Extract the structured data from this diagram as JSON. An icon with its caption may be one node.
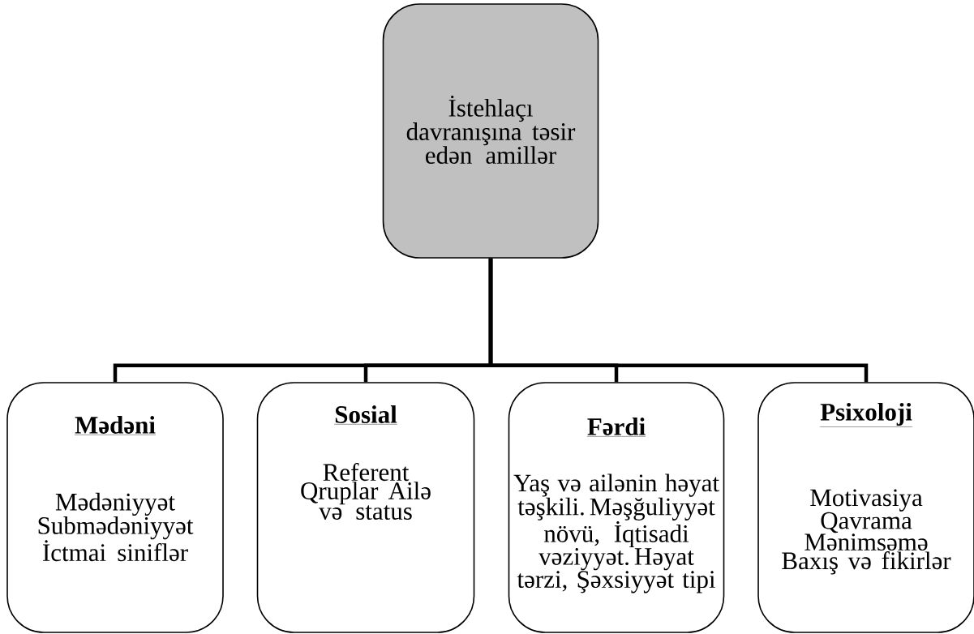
{
  "diagram": {
    "nodes": [
      {
        "text": [
          "İstehlaçı davranışına təsir edən amillər"
        ]
      },
      {
        "text": [
          "Mədəni",
          "Mədəniyyət Submədəniyyət İctmai siniflər"
        ]
      },
      {
        "text": [
          "Sosial",
          "Referent Qruplar Ailə və status"
        ]
      },
      {
        "text": [
          "Fərdi",
          "Yaş və ailənin həyat təşkili. Məşğuliyyət növü, İqtisadi vəziyyət. Həyat tərzi, Şəxsiyyət tipi"
        ]
      },
      {
        "text": [
          "Psixoloji",
          "Motivasiya Qavrama Mənimsəmə Baxış və fikirlər"
        ]
      }
    ],
    "edges": [
      {
        "from": 0,
        "to": 1,
        "arrow": "none"
      },
      {
        "from": 0,
        "to": 2,
        "arrow": "none"
      },
      {
        "from": 0,
        "to": 3,
        "arrow": "none"
      },
      {
        "from": 0,
        "to": 4,
        "arrow": "none"
      }
    ]
  }
}
